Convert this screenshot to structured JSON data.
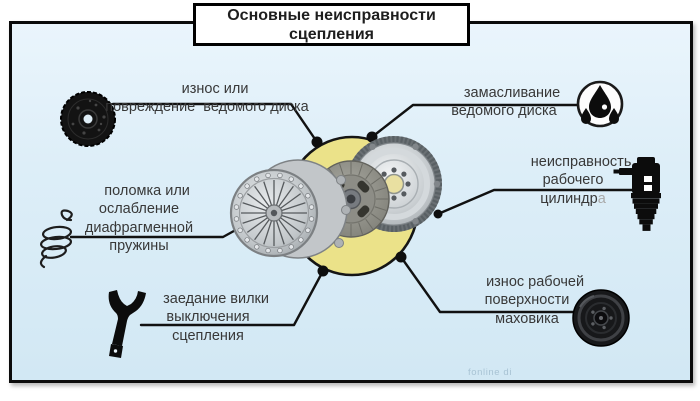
{
  "title": "Основные неисправности сцепления",
  "labels": [
    {
      "id": "worn-driven-disc",
      "text": "износ или\nповреждение  ведомого диска"
    },
    {
      "id": "oiled-driven-disc",
      "text": "замасливание\nведомого диска"
    },
    {
      "id": "slave-cylinder-fault",
      "text": "неисправность\nрабочего\nцилиндр",
      "suffix": "а"
    },
    {
      "id": "diaphragm-spring",
      "text": "поломка или\nослабление\nдиафрагменной\nпружины"
    },
    {
      "id": "release-fork-jam",
      "text": "заедание вилки\nвыключения\nсцепления"
    },
    {
      "id": "flywheel-surface",
      "text": "износ рабочей\nповерхности\nмаховика"
    }
  ],
  "icons": [
    "clutch-disc-icon",
    "oil-drop-icon",
    "slave-cylinder-icon",
    "coil-spring-icon",
    "release-fork-icon",
    "flywheel-icon"
  ],
  "watermark": "fonline di",
  "colors": {
    "canvas_bg": "#ffffff",
    "panel_bg": "#ddeef8",
    "panel_border": "#000000",
    "highlight_circle": "#ebe289",
    "connector_line": "#111111",
    "title_bg": "#ffffff",
    "text": "#383838",
    "muted_text": "#a9a9a9"
  }
}
